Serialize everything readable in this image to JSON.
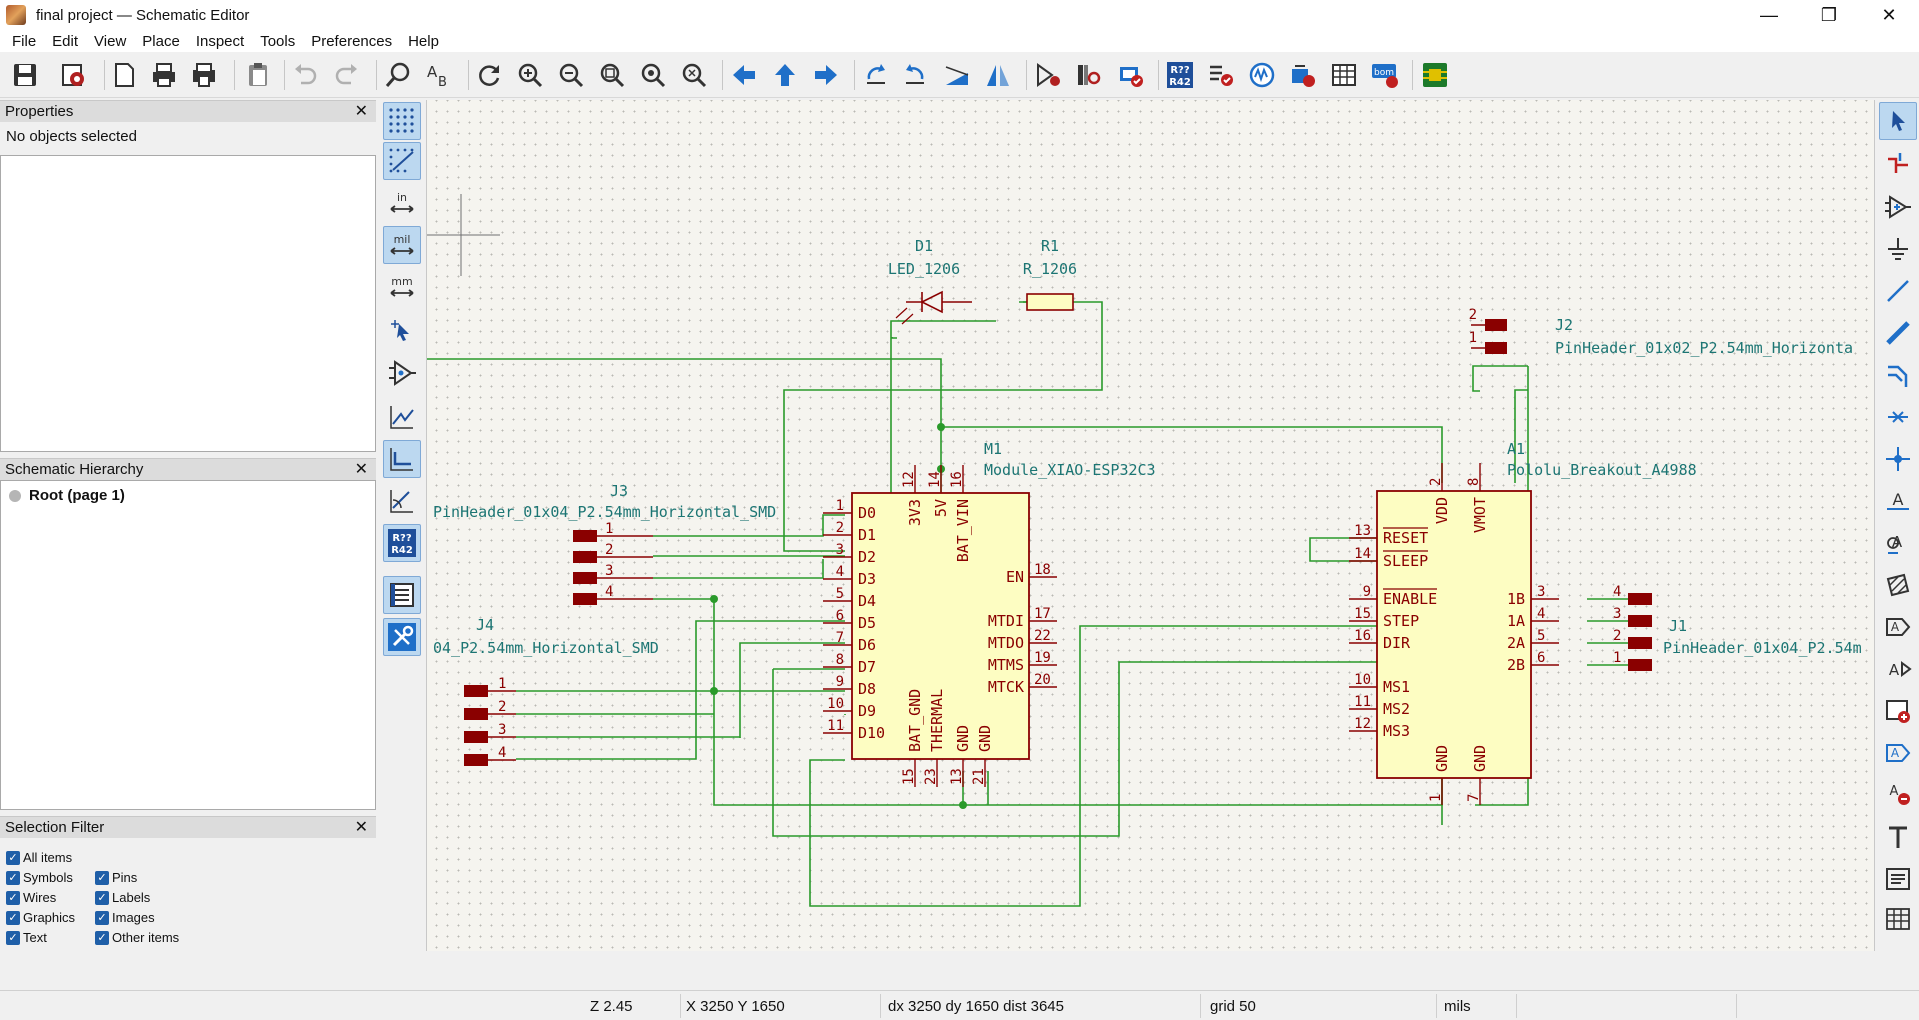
{
  "window": {
    "title": "final project — Schematic Editor",
    "controls": {
      "minimize": "—",
      "maximize": "❐",
      "close": "✕"
    }
  },
  "menu": [
    "File",
    "Edit",
    "View",
    "Place",
    "Inspect",
    "Tools",
    "Preferences",
    "Help"
  ],
  "panels": {
    "properties": {
      "title": "Properties",
      "content": "No objects selected"
    },
    "hierarchy": {
      "title": "Schematic Hierarchy",
      "root": "Root (page 1)"
    },
    "selection_filter": {
      "title": "Selection Filter",
      "items": [
        {
          "label": "All items",
          "checked": true
        },
        {
          "label": "Symbols",
          "checked": true
        },
        {
          "label": "Pins",
          "checked": true
        },
        {
          "label": "Wires",
          "checked": true
        },
        {
          "label": "Labels",
          "checked": true
        },
        {
          "label": "Graphics",
          "checked": true
        },
        {
          "label": "Images",
          "checked": true
        },
        {
          "label": "Text",
          "checked": true
        },
        {
          "label": "Other items",
          "checked": true
        }
      ]
    }
  },
  "left_tools_badge": {
    "top": "R??",
    "bottom": "R42"
  },
  "toolbar_badge": {
    "top": "R??",
    "bottom": "R42"
  },
  "toolbar_bom": "bom",
  "left_tools_units": {
    "in": "in",
    "mil": "mil",
    "mm": "mm"
  },
  "schematic": {
    "D1": {
      "ref": "D1",
      "value": "LED_1206"
    },
    "R1": {
      "ref": "R1",
      "value": "R_1206"
    },
    "J2": {
      "ref": "J2",
      "value": "PinHeader_01x02_P2.54mm_Horizonta",
      "pins": [
        "2",
        "1"
      ]
    },
    "M1": {
      "ref": "M1",
      "value": "Module_XIAO-ESP32C3",
      "left_pins": [
        {
          "num": "1",
          "name": "D0"
        },
        {
          "num": "2",
          "name": "D1"
        },
        {
          "num": "3",
          "name": "D2"
        },
        {
          "num": "4",
          "name": "D3"
        },
        {
          "num": "5",
          "name": "D4"
        },
        {
          "num": "6",
          "name": "D5"
        },
        {
          "num": "7",
          "name": "D6"
        },
        {
          "num": "8",
          "name": "D7"
        },
        {
          "num": "9",
          "name": "D8"
        },
        {
          "num": "10",
          "name": "D9"
        },
        {
          "num": "11",
          "name": "D10"
        }
      ],
      "right_pins": [
        {
          "num": "18",
          "name": "EN"
        },
        {
          "num": "17",
          "name": "MTDI"
        },
        {
          "num": "22",
          "name": "MTDO"
        },
        {
          "num": "19",
          "name": "MTMS"
        },
        {
          "num": "20",
          "name": "MTCK"
        }
      ],
      "top_pins": [
        {
          "num": "12",
          "name": "3V3"
        },
        {
          "num": "14",
          "name": "5V"
        },
        {
          "num": "16",
          "name": "BAT_VIN"
        }
      ],
      "bottom_pins": [
        {
          "num": "15",
          "name": "BAT_GND"
        },
        {
          "num": "23",
          "name": "THERMAL"
        },
        {
          "num": "13",
          "name": "GND"
        },
        {
          "num": "21",
          "name": "GND"
        }
      ]
    },
    "A1": {
      "ref": "A1",
      "value": "Pololu_Breakout_A4988",
      "left_pins": [
        {
          "num": "13",
          "name": "RESET"
        },
        {
          "num": "14",
          "name": "SLEEP"
        },
        {
          "num": "9",
          "name": "ENABLE"
        },
        {
          "num": "15",
          "name": "STEP"
        },
        {
          "num": "16",
          "name": "DIR"
        },
        {
          "num": "10",
          "name": "MS1"
        },
        {
          "num": "11",
          "name": "MS2"
        },
        {
          "num": "12",
          "name": "MS3"
        }
      ],
      "right_pins": [
        {
          "num": "3",
          "name": "1B"
        },
        {
          "num": "4",
          "name": "1A"
        },
        {
          "num": "5",
          "name": "2A"
        },
        {
          "num": "6",
          "name": "2B"
        }
      ],
      "top_pins": [
        {
          "num": "2",
          "name": "VDD"
        },
        {
          "num": "8",
          "name": "VMOT"
        }
      ],
      "bottom_pins": [
        {
          "num": "1",
          "name": "GND"
        },
        {
          "num": "7",
          "name": "GND"
        }
      ]
    },
    "J3": {
      "ref": "J3",
      "value": "PinHeader_01x04_P2.54mm_Horizontal_SMD",
      "pins": [
        "1",
        "2",
        "3",
        "4"
      ]
    },
    "J4": {
      "ref": "J4",
      "value": "04_P2.54mm_Horizontal_SMD",
      "pins": [
        "1",
        "2",
        "3",
        "4"
      ]
    },
    "J1": {
      "ref": "J1",
      "value": "PinHeader_01x04_P2.54m",
      "pins": [
        "4",
        "3",
        "2",
        "1"
      ]
    }
  },
  "status": {
    "zoom": "Z 2.45",
    "cursor": "X 3250  Y 1650",
    "delta": "dx 3250  dy 1650  dist 3645",
    "grid": "grid 50",
    "units": "mils"
  },
  "colors": {
    "wire": "#2a9a2a",
    "symbol_body": "#fdfdc2",
    "symbol_outline": "#8a0000",
    "pin_text": "#8a0000",
    "ref_text": "#1c7573",
    "canvas_bg": "#f5f4ef",
    "toolbar_blue": "#1f6fc8"
  }
}
